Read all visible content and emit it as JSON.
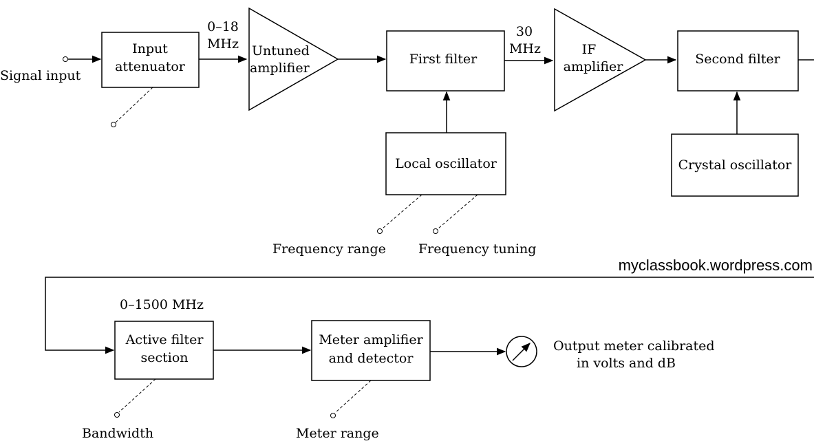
{
  "blocks": {
    "input_attenuator": [
      "Input",
      "attenuator"
    ],
    "untuned_amplifier": [
      "Untuned",
      "amplifier"
    ],
    "first_filter": "First filter",
    "if_amplifier": [
      "IF",
      "amplifier"
    ],
    "second_filter": "Second filter",
    "local_oscillator": "Local oscillator",
    "crystal_oscillator": "Crystal oscillator",
    "active_filter": [
      "Active filter",
      "section"
    ],
    "meter_amplifier": [
      "Meter amplifier",
      "and detector"
    ]
  },
  "labels": {
    "signal_input": "Signal input",
    "freq_in": [
      "0–18",
      "MHz"
    ],
    "freq_if": [
      "30",
      "MHz"
    ],
    "frequency_range": "Frequency range",
    "frequency_tuning": "Frequency tuning",
    "bandwidth_range": "0–1500 MHz",
    "bandwidth": "Bandwidth",
    "meter_range": "Meter range",
    "output_meter": [
      "Output meter calibrated",
      "in volts and dB"
    ]
  },
  "watermark": "myclassbook.wordpress.com"
}
